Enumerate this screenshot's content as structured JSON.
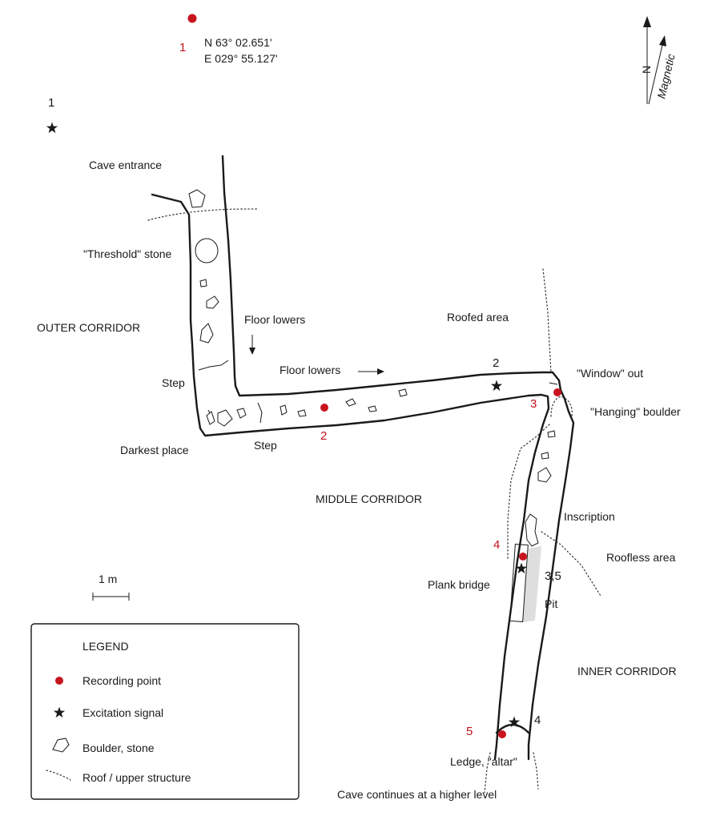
{
  "coordinates": {
    "n": "N 63° 02.651'",
    "e": "E 029° 55.127'"
  },
  "north": {
    "true_label": "N",
    "magnetic_label": "Magnetic"
  },
  "recording_points": [
    "1",
    "2",
    "3",
    "4",
    "5"
  ],
  "excitation_signals": [
    "1",
    "2",
    "3,5",
    "4"
  ],
  "labels": {
    "cave_entrance": "Cave entrance",
    "threshold_stone": "\"Threshold\" stone",
    "outer_corridor": "OUTER CORRIDOR",
    "floor_lowers_1": "Floor lowers",
    "floor_lowers_2": "Floor lowers",
    "step_1": "Step",
    "step_2": "Step",
    "darkest_place": "Darkest place",
    "roofed_area": "Roofed area",
    "window_out": "\"Window\" out",
    "hanging_boulder": "\"Hanging\" boulder",
    "middle_corridor": "MIDDLE CORRIDOR",
    "inscription": "Inscription",
    "roofless_area": "Roofless area",
    "plank_bridge": "Plank bridge",
    "pit": "Pit",
    "inner_corridor": "INNER CORRIDOR",
    "ledge_altar": "Ledge, \"altar\"",
    "cave_continues": "Cave continues at a higher level"
  },
  "scale": {
    "label": "1 m"
  },
  "legend": {
    "title": "LEGEND",
    "items": [
      {
        "symbol": "recording-point",
        "label": "Recording point"
      },
      {
        "symbol": "excitation-signal",
        "label": "Excitation signal"
      },
      {
        "symbol": "boulder",
        "label": "Boulder, stone"
      },
      {
        "symbol": "roof-line",
        "label": "Roof / upper structure"
      }
    ]
  },
  "colors": {
    "recording_point": "#c8141e",
    "ink": "#1a1a1a"
  }
}
